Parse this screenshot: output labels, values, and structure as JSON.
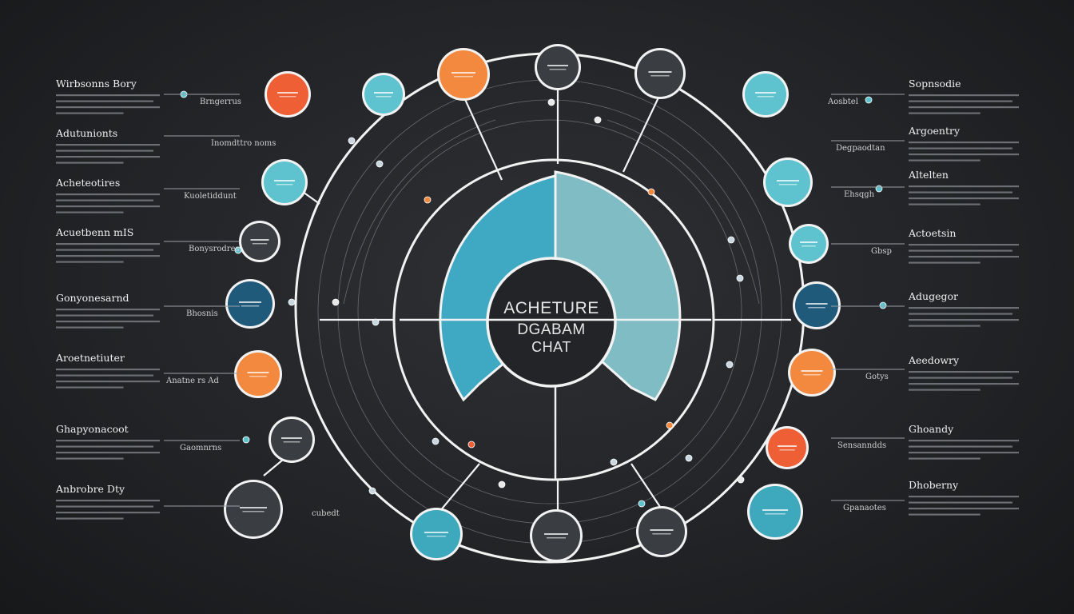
{
  "diagram": {
    "title_lines": [
      "ACHETURE",
      "DGABAM",
      "CHAT"
    ],
    "colors": {
      "teal_light": "#5ec3cf",
      "teal_mid": "#3ea8bd",
      "navy": "#1f5a7a",
      "orange": "#f3893e",
      "red_orange": "#ee5f36",
      "dark": "#3a3d42",
      "ring": "#f2f2f2",
      "panel_left": "#3fa9c4",
      "panel_right": "#7fbcc4"
    },
    "left_labels": [
      {
        "heading": "Wirbsonns Bory",
        "sub": "Brngerrus"
      },
      {
        "heading": "Adutunionts",
        "sub": "Inomdttro noms"
      },
      {
        "heading": "Acheteotires",
        "sub": "Kuoletiddunt"
      },
      {
        "heading": "Acuetbenn mIS",
        "sub": "Bonysrodres"
      },
      {
        "heading": "Gonyonesarnd",
        "sub": "Bhosnis"
      },
      {
        "heading": "Aroetnetiuter",
        "sub": "Anatne rs Ad"
      },
      {
        "heading": "Ghapyonacoot",
        "sub": "Gaomnrns"
      },
      {
        "heading": "Anbrobre Dty",
        "sub": "cubedt"
      }
    ],
    "right_labels": [
      {
        "heading": "Sopnsodie",
        "sub": "Aosbtel"
      },
      {
        "heading": "Argoentry",
        "sub": "Degpaodtan"
      },
      {
        "heading": "Altelten",
        "sub": "Ehsqgh"
      },
      {
        "heading": "Actoetsin",
        "sub": "Gbsp"
      },
      {
        "heading": "Adugegor",
        "sub": ""
      },
      {
        "heading": "Aeedowry",
        "sub": "Gotys"
      },
      {
        "heading": "Ghoandy",
        "sub": "Sensanndds"
      },
      {
        "heading": "Dhoberny",
        "sub": "Gpanaotes"
      }
    ]
  }
}
